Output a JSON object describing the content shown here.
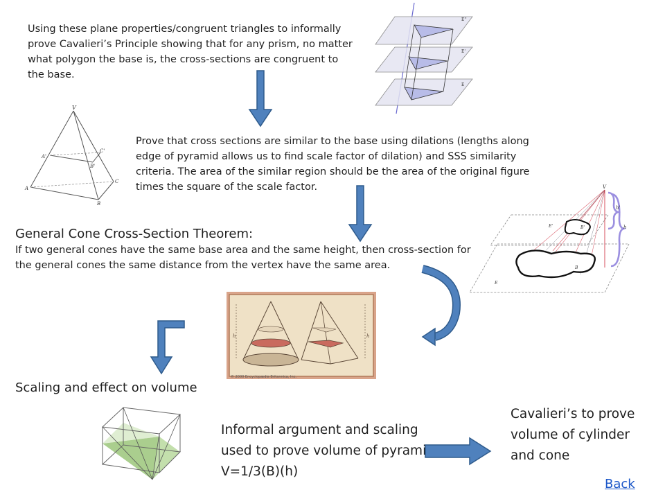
{
  "texts": {
    "cavalieri_prism": "Using these plane properties/congruent triangles to informally prove Cavalieri’s Principle showing that for any prism, no matter what polygon the base is, the cross-sections are congruent to the base.",
    "dilation_proof": "Prove that cross sections are similar to the base using dilations (lengths along edge of pyramid allows us to find scale factor of dilation) and SSS  similarity criteria.  The area of the similar region should be the area of the original figure times the square of the scale factor.",
    "cone_theorem_title": "General Cone Cross-Section Theorem:",
    "cone_theorem_body": "If two general cones have the same base area and the same height, then cross-section for the general cones the same distance from the vertex have the same area.",
    "scaling_volume": "Scaling and effect on  volume",
    "informal_argument": "Informal argument and scaling used to prove volume of pyramid V=1/3(B)(h)",
    "cavalieri_cylinder": "Cavalieri’s to prove volume of cylinder and cone",
    "back_link": "Back"
  },
  "diagram_labels": {
    "pyramid": {
      "apex": "V",
      "mid_a": "A'",
      "mid_b": "B'",
      "mid_c": "C'",
      "base_a": "A",
      "base_b": "B",
      "base_c": "C"
    },
    "prism_planes": {
      "top": "E''",
      "middle": "E'",
      "bottom": "E"
    },
    "general_cone": {
      "apex": "V",
      "h_prime": "h'",
      "h": "h",
      "b_prime": "B'",
      "b": "B",
      "e_prime": "E'",
      "e": "E"
    },
    "cones_image": {
      "height": "h",
      "credit": "© 2000 Encyclopædia Britannica, Inc."
    }
  },
  "colors": {
    "arrow_fill": "#4f81bd",
    "arrow_stroke": "#2f5b8c",
    "link": "#1a56c8",
    "green_face": "#9bc57a",
    "parchment": "#efe1c6",
    "parchment_frame": "#b07a5a"
  }
}
